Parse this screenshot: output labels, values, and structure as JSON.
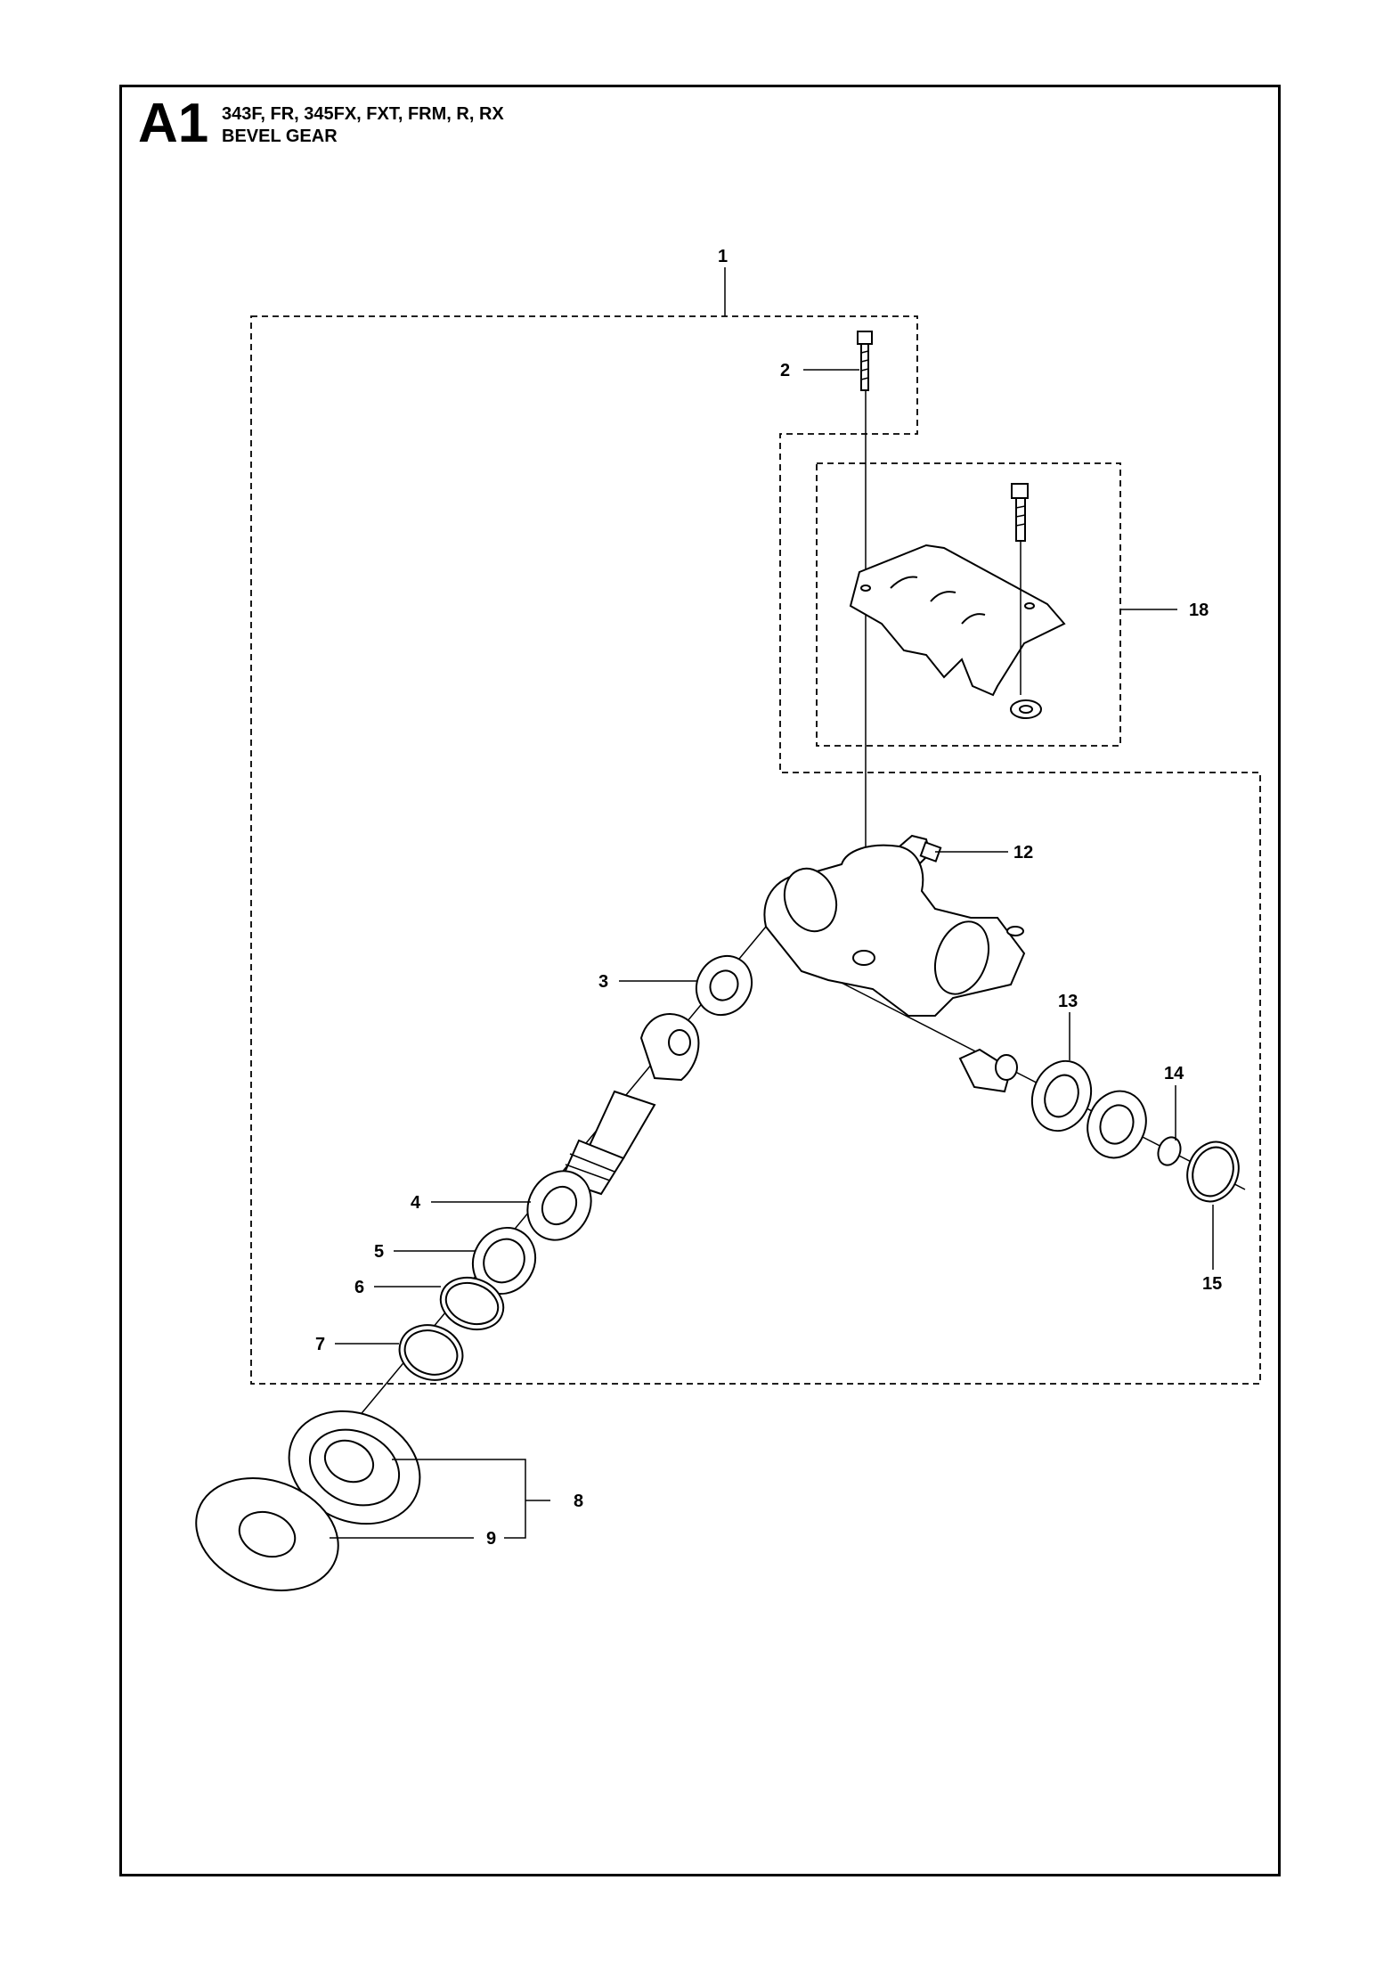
{
  "header": {
    "section_id": "A1",
    "models": "343F, FR, 345FX, FXT, FRM, R, RX",
    "title": "BEVEL GEAR"
  },
  "callouts": [
    "1",
    "2",
    "3",
    "4",
    "5",
    "6",
    "7",
    "8",
    "9",
    "12",
    "13",
    "14",
    "15",
    "18"
  ]
}
